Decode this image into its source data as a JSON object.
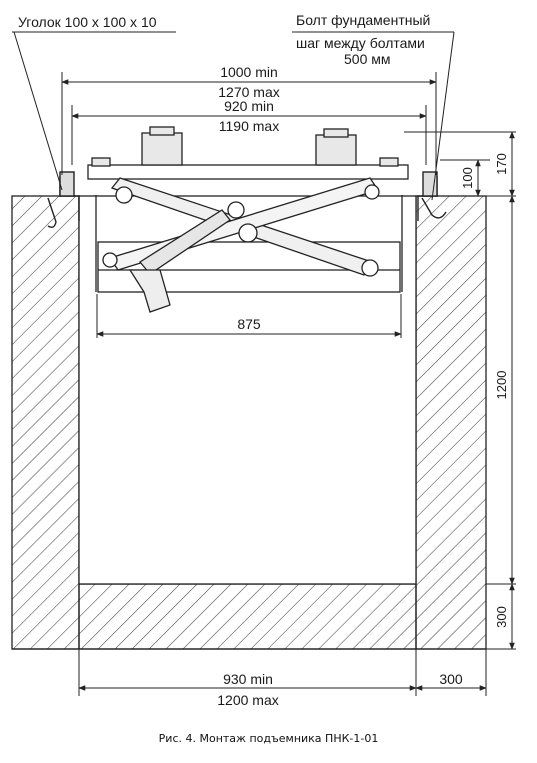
{
  "labels": {
    "angle": "Уголок 100 x 100 x 10",
    "bolt_line1": "Болт фундаментный",
    "bolt_line2": "шаг между болтами",
    "bolt_line3": "500 мм"
  },
  "dimensions": {
    "top_outer_min": "1000 min",
    "top_outer_max": "1270 max",
    "top_inner_min": "920 min",
    "top_inner_max": "1190 max",
    "frame_width": "875",
    "height_170": "170",
    "height_100": "100",
    "pit_depth": "1200",
    "slab_thickness": "300",
    "bottom_min": "930 min",
    "bottom_max": "1200 max",
    "wall_thickness": "300"
  },
  "caption": "Рис. 4. Монтаж подъемника ПНК-1-01"
}
